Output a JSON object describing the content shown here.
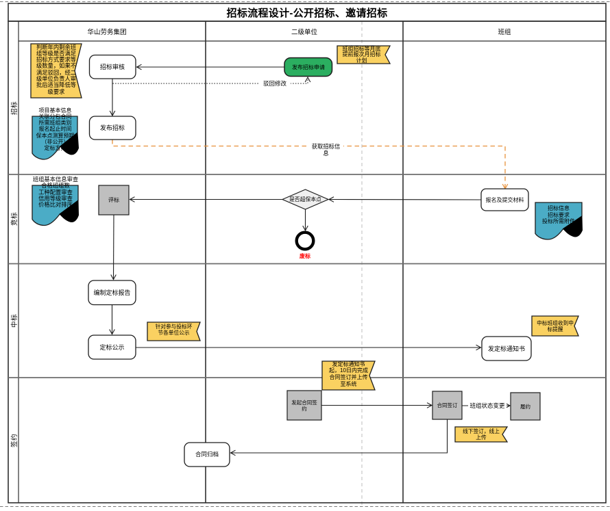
{
  "title": "招标流程设计-公开招标、邀请招标",
  "columns": [
    {
      "label": "华山劳务集团"
    },
    {
      "label": "二级单位"
    },
    {
      "label": "班组"
    }
  ],
  "rows": [
    {
      "label": "招标"
    },
    {
      "label": "竞标"
    },
    {
      "label": "中标"
    },
    {
      "label": "签约"
    }
  ],
  "tasks": {
    "bid_review": "招标审核",
    "publish_bid": "发布招标",
    "publish_bid_request": "发布招标申请",
    "register_and_submit": "报名及提交材料",
    "evaluate_bid": "评标",
    "prepare_award_report": "编制定标报告",
    "award_publicity": "定标公示",
    "issue_award_notice": "发定标通知书",
    "initiate_contract_sign": "发起合同签约",
    "contract_sign": "合同签订",
    "perform_contract": "履约",
    "archive_contract": "合同归档"
  },
  "gateway": {
    "over_breakeven": "是否超保本点"
  },
  "events": {
    "invalid_bid": "废标"
  },
  "notes": {
    "grade_check": "判断年内剩余班\n组等级是否满足\n招标方式要求等\n级数量，如果不\n满足驳回，经二\n级单位负责人审\n批后适当降低等\n级要求",
    "monthly_plan": "班组招标等月底\n提前报次月招标\n计划",
    "publish_info": "项目基本信息\n关联分包合同\n所需班组类别\n报名起止时间\n保本点测算预期\n（非公开）\n定标方案",
    "evaluate_items": "班组基本信息审查\n合格班组数\n工种配置审查\n信用等级审查\n价格比对排序",
    "bid_info": "招标信息\n招标要求\n投标所需附件",
    "publicity_scope": "针对参与投标环\n节各单位公示",
    "award_reminder": "中标班组收到中\n标提醒",
    "sign_deadline": "发定标通知书\n起，10日内完成\n合同签订并上传\n至系统",
    "offline_sign": "线下签订，线上\n上传"
  },
  "edge_labels": {
    "reject_modify": "驳回修改",
    "fetch_bid_info": "获取招标信息",
    "crew_status_change": "班组状态变更"
  },
  "colors": {
    "note_yellow": "#FAD161",
    "note_teal": "#4BACC6",
    "task_green": "#2BAE60",
    "task_gray": "#BFBFBF",
    "gateway_gray": "#EFEFEF",
    "flow_orange": "#E8913A",
    "invalid_red": "#FF0000",
    "frame_dark": "#2F2F2F",
    "row_line_gray": "#6E6E6E"
  }
}
